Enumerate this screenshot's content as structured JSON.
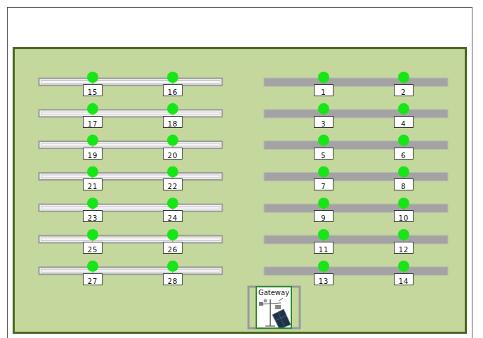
{
  "diagram": {
    "nodes": [
      {
        "text": [
          "15"
        ]
      },
      {
        "text": [
          "16"
        ]
      },
      {
        "text": [
          "1"
        ]
      },
      {
        "text": [
          "2"
        ]
      },
      {
        "text": [
          "17"
        ]
      },
      {
        "text": [
          "18"
        ]
      },
      {
        "text": [
          "3"
        ]
      },
      {
        "text": [
          "4"
        ]
      },
      {
        "text": [
          "19"
        ]
      },
      {
        "text": [
          "20"
        ]
      },
      {
        "text": [
          "5"
        ]
      },
      {
        "text": [
          "6"
        ]
      },
      {
        "text": [
          "21"
        ]
      },
      {
        "text": [
          "22"
        ]
      },
      {
        "text": [
          "7"
        ]
      },
      {
        "text": [
          "8"
        ]
      },
      {
        "text": [
          "23"
        ]
      },
      {
        "text": [
          "24"
        ]
      },
      {
        "text": [
          "9"
        ]
      },
      {
        "text": [
          "10"
        ]
      },
      {
        "text": [
          "25"
        ]
      },
      {
        "text": [
          "26"
        ]
      },
      {
        "text": [
          "11"
        ]
      },
      {
        "text": [
          "12"
        ]
      },
      {
        "text": [
          "27"
        ]
      },
      {
        "text": [
          "28"
        ]
      },
      {
        "text": [
          "13"
        ]
      },
      {
        "text": [
          "14"
        ]
      },
      {
        "text": [
          "Gateway"
        ]
      }
    ]
  }
}
